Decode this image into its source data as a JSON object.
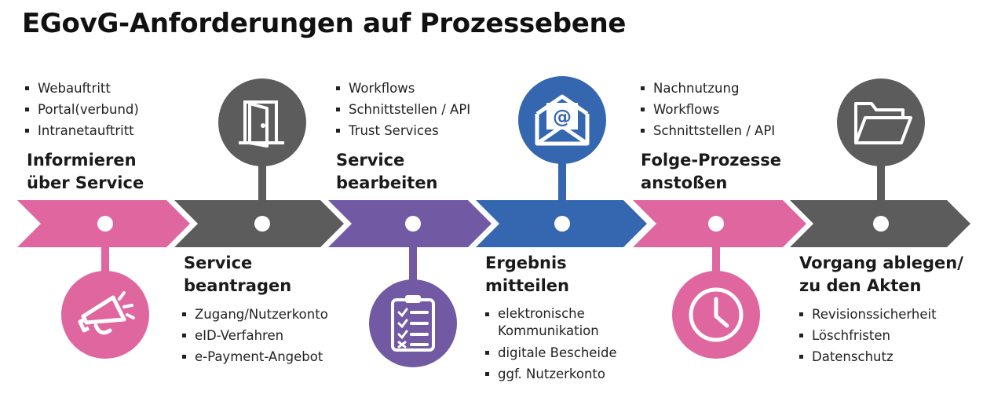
{
  "title": "EGovG-Anforderungen auf Prozessebene",
  "colors": {
    "pink": "#e0669f",
    "grey": "#5d5c5c",
    "purple": "#7159a4",
    "blue": "#3567b0"
  },
  "steps": [
    {
      "heading": [
        "Informieren",
        "über Service"
      ],
      "bullets": [
        "Webauftritt",
        "Portal(verbund)",
        "Intranetauftritt"
      ],
      "icon": "megaphone-icon",
      "color": "pink"
    },
    {
      "heading": [
        "Service",
        "beantragen"
      ],
      "bullets": [
        "Zugang/Nutzerkonto",
        "eID-Verfahren",
        "e-Payment-Angebot"
      ],
      "icon": "door-icon",
      "color": "grey"
    },
    {
      "heading": [
        "Service",
        "bearbeiten"
      ],
      "bullets": [
        "Workflows",
        "Schnittstellen / API",
        "Trust Services"
      ],
      "icon": "clipboard-checklist-icon",
      "color": "purple"
    },
    {
      "heading": [
        "Ergebnis",
        "mitteilen"
      ],
      "bullets": [
        "elektronische Kommunikation",
        "digitale Bescheide",
        "ggf. Nutzerkonto"
      ],
      "bullet_lines": [
        [
          "elektronische",
          "Kommunikation"
        ],
        [
          "digitale Bescheide"
        ],
        [
          "ggf. Nutzerkonto"
        ]
      ],
      "icon": "email-envelope-icon",
      "color": "blue"
    },
    {
      "heading": [
        "Folge-Prozesse",
        "anstoßen"
      ],
      "bullets": [
        "Nachnutzung",
        "Workflows",
        "Schnittstellen / API"
      ],
      "icon": "clock-icon",
      "color": "pink"
    },
    {
      "heading": [
        "Vorgang ablegen/",
        "zu den Akten"
      ],
      "bullets": [
        "Revisionssicherheit",
        "Löschfristen",
        "Datenschutz"
      ],
      "icon": "folder-icon",
      "color": "grey"
    }
  ]
}
